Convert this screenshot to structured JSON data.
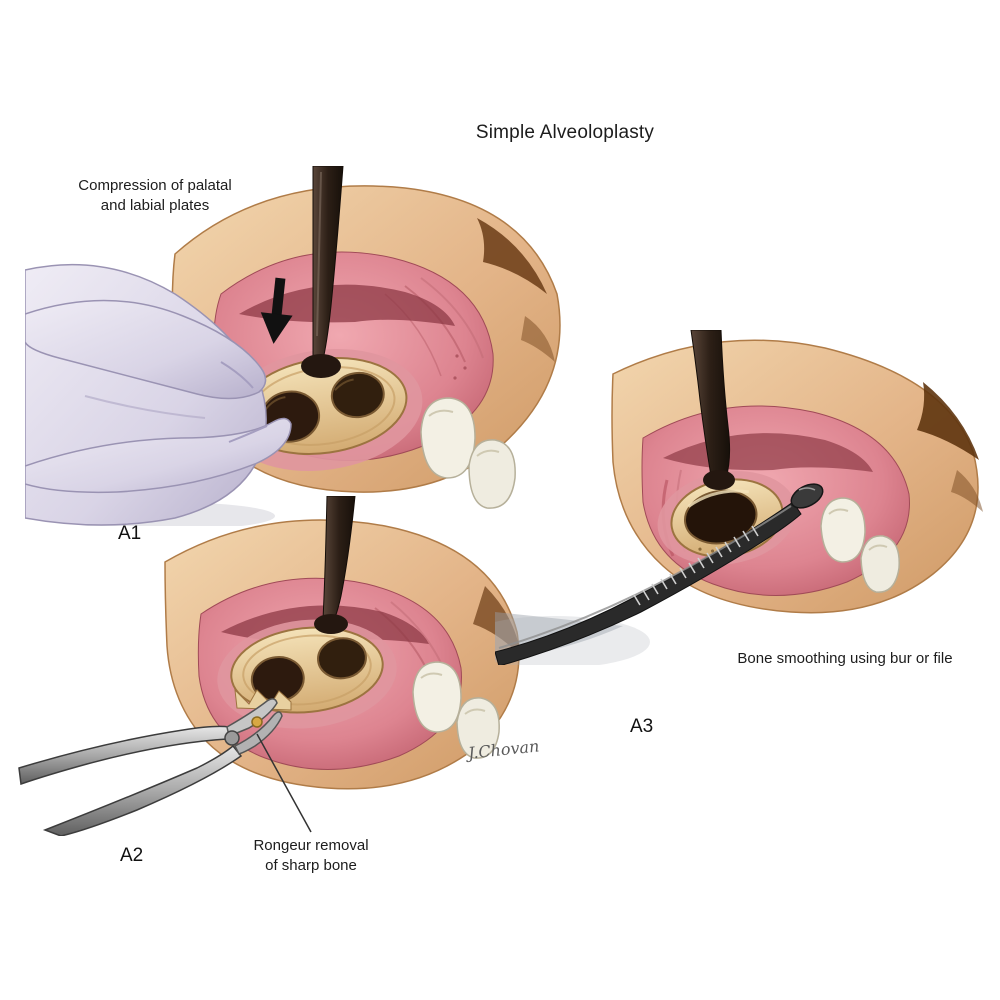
{
  "title": "Simple Alveoloplasty",
  "signature": "J.Chovan",
  "panels": {
    "a1": {
      "label": "A1",
      "caption_line1": "Compression of palatal",
      "caption_line2": "and labial plates"
    },
    "a2": {
      "label": "A2",
      "caption_line1": "Rongeur removal",
      "caption_line2": "of sharp bone"
    },
    "a3": {
      "label": "A3",
      "caption": "Bone smoothing using bur or file"
    }
  },
  "palette": {
    "skin": "#e3b488",
    "mucosa": "#dd8490",
    "bone": "#e8d0a0",
    "socket": "#2d1a0e",
    "glove": "#d9d4e6",
    "instrument_dark": "#2c1f16",
    "instrument_metal": "#b5b5b5",
    "text": "#1c1c1c"
  }
}
